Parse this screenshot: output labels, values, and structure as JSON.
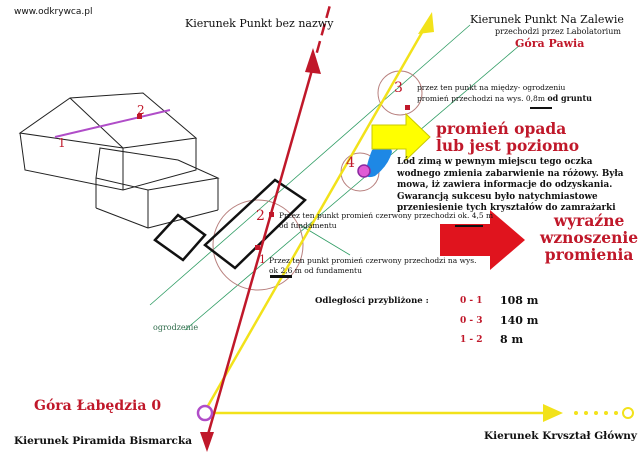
{
  "watermark": "www.odkrywca.pl",
  "directions": {
    "unnamed": "Kierunek Punkt bez nazwy",
    "zalewie": "Kierunek Punkt Na Zalewie",
    "zalewie_sub": "przechodzi przez Labolatorium",
    "gora_pawia": "Góra Pawia",
    "piramida": "Kierunek Piramida Bismarcka",
    "krysztal": "Kierunek Krvształ Główny"
  },
  "gora_labedzia": "Góra Łabędzia 0",
  "notes": {
    "n3_line1": "przez ten punkt na między- ogrodzeniu",
    "n3_line2": "promień przechodzi na wys.",
    "n3_value": "0,8m",
    "n3_tail": "od gruntu",
    "n2_line1": "Przez ten punkt promień czerwony przechodzi ok.",
    "n2_value": "4,5 m",
    "n2_line2": "od fundamentu",
    "n1_line1": "Przez ten punkt promień czerwony przechodzi na wys.",
    "n1_value": "ok 2,6 m",
    "n1_tail": "od fundamentu",
    "fence": "ogrodzenie"
  },
  "ice_note": "Lód zimą w pewnym miejscu tego oczka wodnego zmienia zabarwienie na różowy. Była mowa, iż zawiera informacje do odzyskania. Gwarancją sukcesu było natychmiastowe przeniesienie tych kryształów do zamrażarki",
  "arrow_labels": {
    "falls_line1": "promień opada",
    "falls_line2": "lub jest poziomo",
    "rises_line1": "wyraźne",
    "rises_line2": "wznoszenie",
    "rises_line3": "promienia"
  },
  "point_numbers": {
    "p1": "1",
    "p2": "2",
    "p3": "3",
    "p4": "4",
    "roof1": "1",
    "roof2": "2"
  },
  "distances": {
    "title": "Odległości przybliżone :",
    "rows": [
      {
        "label": "0 - 1",
        "value": "108 m"
      },
      {
        "label": "0 - 3",
        "value": "140 m"
      },
      {
        "label": "1 - 2",
        "value": "8 m"
      }
    ]
  },
  "colors": {
    "red_line": "#c0182a",
    "yellow_line": "#f2e21a",
    "yellow_arrow": "#ffff00",
    "red_arrow": "#e0141e",
    "purple": "#b04dc8",
    "water": "#1e88e5",
    "green_fence": "#2e9c63"
  }
}
